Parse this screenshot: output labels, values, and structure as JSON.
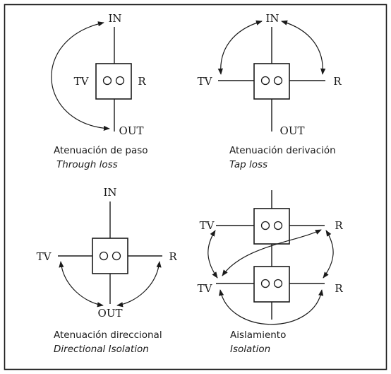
{
  "panels": {
    "through": {
      "in": "IN",
      "out": "OUT",
      "tv": "TV",
      "r": "R",
      "caption_es": "Atenuación de paso",
      "caption_en": "Through loss"
    },
    "tap": {
      "in": "IN",
      "out": "OUT",
      "tv": "TV",
      "r": "R",
      "caption_es": "Atenuación derivación",
      "caption_en": "Tap loss"
    },
    "directional": {
      "in": "IN",
      "out": "OUT",
      "tv": "TV",
      "r": "R",
      "caption_es": "Atenuación direccional",
      "caption_en": "Directional Isolation"
    },
    "isolation": {
      "tv_top": "TV",
      "r_top": "R",
      "tv_bottom": "TV",
      "r_bottom": "R",
      "caption_es": "Aislamiento",
      "caption_en": "Isolation"
    }
  }
}
